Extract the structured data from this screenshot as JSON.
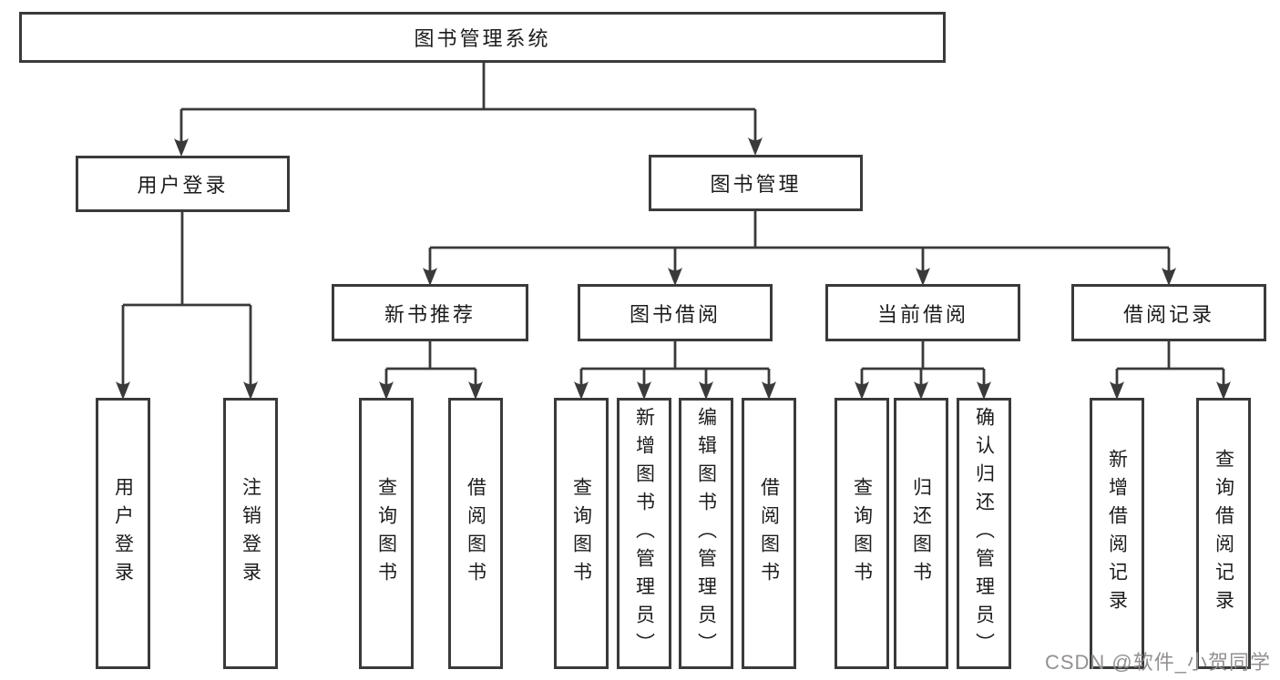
{
  "tree": {
    "root": "图书管理系统",
    "login_branch": {
      "label": "用户登录",
      "children": [
        "用户登录",
        "注销登录"
      ]
    },
    "mgmt_branch": {
      "label": "图书管理",
      "sections": [
        {
          "label": "新书推荐",
          "children": [
            "查询图书",
            "借阅图书"
          ]
        },
        {
          "label": "图书借阅",
          "children": [
            "查询图书",
            "新增图书（管理员）",
            "编辑图书（管理员）",
            "借阅图书"
          ]
        },
        {
          "label": "当前借阅",
          "children": [
            "查询图书",
            "归还图书",
            "确认归还（管理员）"
          ]
        },
        {
          "label": "借阅记录",
          "children": [
            "新增借阅记录",
            "查询借阅记录"
          ]
        }
      ]
    }
  },
  "watermark": "CSDN @软件_小贺同学",
  "colors": {
    "line": "#3a3a3a",
    "text": "#1c1c1c",
    "watermark": "#949092",
    "background": "#ffffff"
  }
}
